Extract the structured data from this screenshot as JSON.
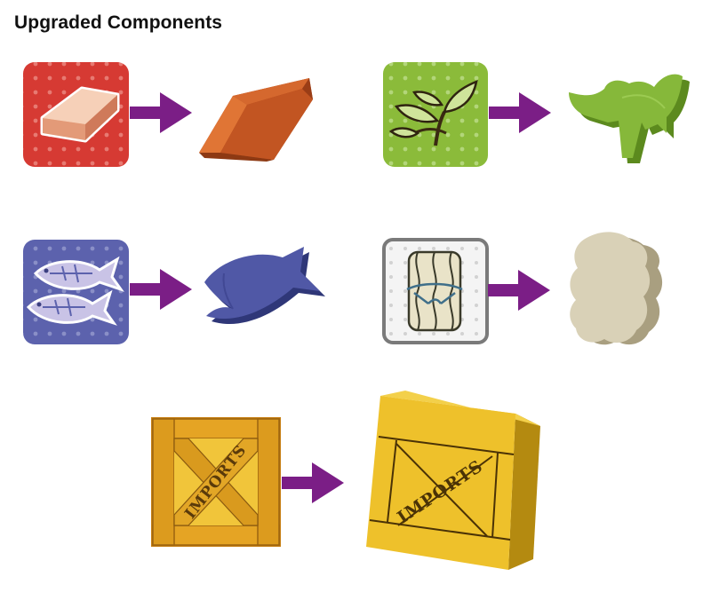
{
  "title": "Upgraded Components",
  "colors": {
    "arrow": "#7b1e86",
    "brick_tile": "#d63a33",
    "brick_token": "#bf4c1c",
    "leaf_tile": "#8bbb3a",
    "leaf_token": "#84b736",
    "fish_tile": "#5c62ad",
    "fish_token": "#4f58a4",
    "wool_tile": "#f3f3f3",
    "wool_token": "#d8d0b8",
    "crate": "#e8b220"
  },
  "components": [
    {
      "resource": "brick",
      "tile_icon": "brick-icon",
      "token": "brick-token"
    },
    {
      "resource": "leaf",
      "tile_icon": "leaf-icon",
      "token": "leaf-token"
    },
    {
      "resource": "fish",
      "tile_icon": "fish-icon",
      "token": "fish-token"
    },
    {
      "resource": "wool",
      "tile_icon": "wool-bale-icon",
      "token": "wool-token"
    },
    {
      "resource": "crate",
      "tile_icon": "crate-icon",
      "token": "crate-token"
    }
  ],
  "crate_label": "IMPORTS"
}
